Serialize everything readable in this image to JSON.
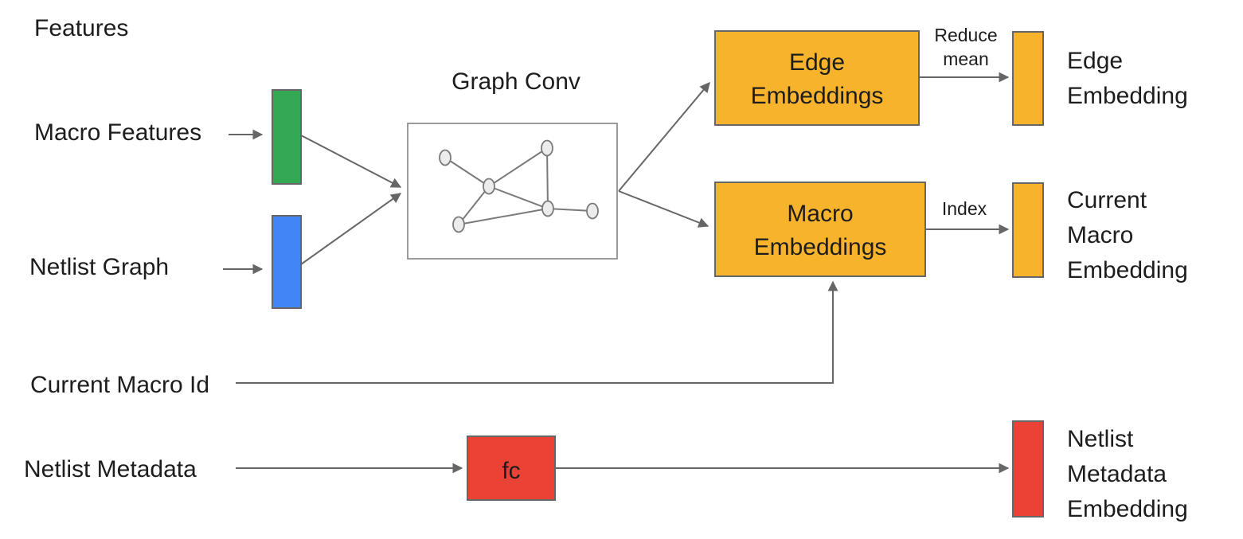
{
  "title": "Features",
  "colors": {
    "green": "#34A853",
    "blue": "#4285F4",
    "orange": "#F8B32C",
    "red": "#EA4335",
    "line_gray": "#666666",
    "text": "#1d1d1d"
  },
  "inputs": {
    "macro_features": {
      "label": "Macro Features"
    },
    "netlist_graph": {
      "label": "Netlist Graph"
    },
    "current_macro_id": {
      "label": "Current Macro Id"
    },
    "netlist_metadata": {
      "label": "Netlist Metadata"
    }
  },
  "graph_conv": {
    "label": "Graph Conv"
  },
  "boxes": {
    "edge_embeddings": {
      "lines": [
        "Edge",
        "Embeddings"
      ]
    },
    "macro_embeddings": {
      "lines": [
        "Macro",
        "Embeddings"
      ]
    },
    "fc": {
      "label": "fc"
    }
  },
  "arrow_labels": {
    "reduce_mean": {
      "lines": [
        "Reduce",
        "mean"
      ]
    },
    "index": {
      "label": "Index"
    }
  },
  "outputs": {
    "edge_embedding": {
      "lines": [
        "Edge",
        "Embedding"
      ]
    },
    "current_macro_embedding": {
      "lines": [
        "Current",
        "Macro",
        "Embedding"
      ]
    },
    "netlist_metadata_embedding": {
      "lines": [
        "Netlist",
        "Metadata",
        "Embedding"
      ]
    }
  }
}
